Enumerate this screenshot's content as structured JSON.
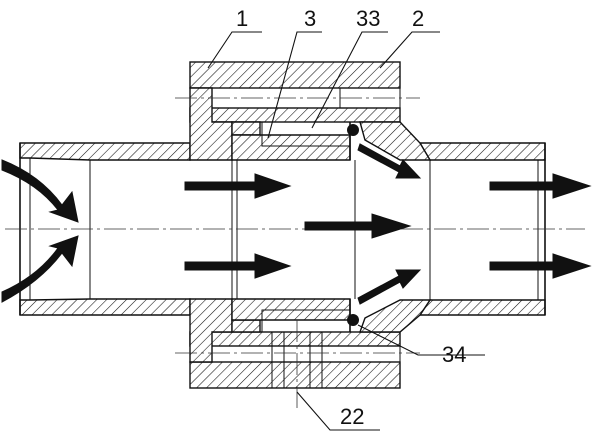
{
  "labels": {
    "part_1": "1",
    "part_3": "3",
    "part_33": "33",
    "part_2": "2",
    "part_34": "34",
    "part_22": "22"
  }
}
